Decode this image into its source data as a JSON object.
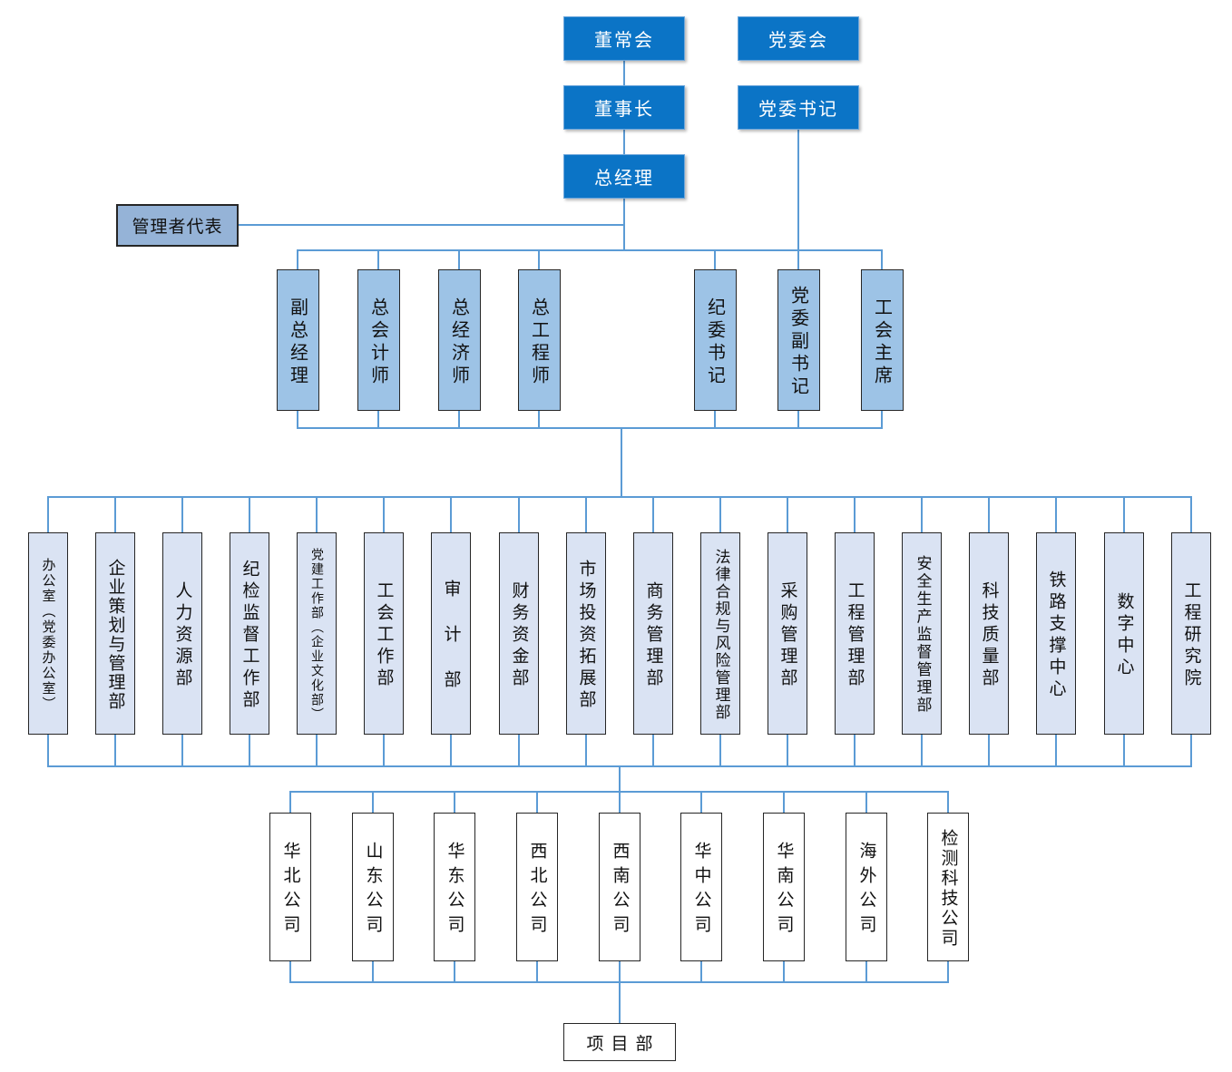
{
  "top": {
    "board_committee": "董常会",
    "party_committee": "党委会",
    "chairman": "董事长",
    "party_secretary": "党委书记",
    "general_manager": "总经理",
    "management_representative": "管理者代表"
  },
  "leadership": [
    "副总经理",
    "总会计师",
    "总经济师",
    "总工程师",
    "纪委书记",
    "党委副书记",
    "工会主席"
  ],
  "departments": [
    "办公室（党委办公室）",
    "企业策划与管理部",
    "人力资源部",
    "纪检监督工作部",
    "党建工作部（企业文化部）",
    "工会工作部",
    "审计部",
    "财务资金部",
    "市场投资拓展部",
    "商务管理部",
    "法律合规与风险管理部",
    "采购管理部",
    "工程管理部",
    "安全生产监督管理部",
    "科技质量部",
    "铁路支撑中心",
    "数字中心",
    "工程研究院"
  ],
  "companies": [
    "华北公司",
    "山东公司",
    "华东公司",
    "西北公司",
    "西南公司",
    "华中公司",
    "华南公司",
    "海外公司",
    "检测科技公司"
  ],
  "project_dept": "项目部",
  "colors": {
    "line": "#5B9BD5",
    "top_fill": "#0B74C6",
    "rep_fill": "#95B3D7",
    "lead_fill": "#9DC3E6",
    "dept_fill": "#DAE3F3",
    "unit_fill": "#FFFFFF",
    "border": "#262626"
  }
}
